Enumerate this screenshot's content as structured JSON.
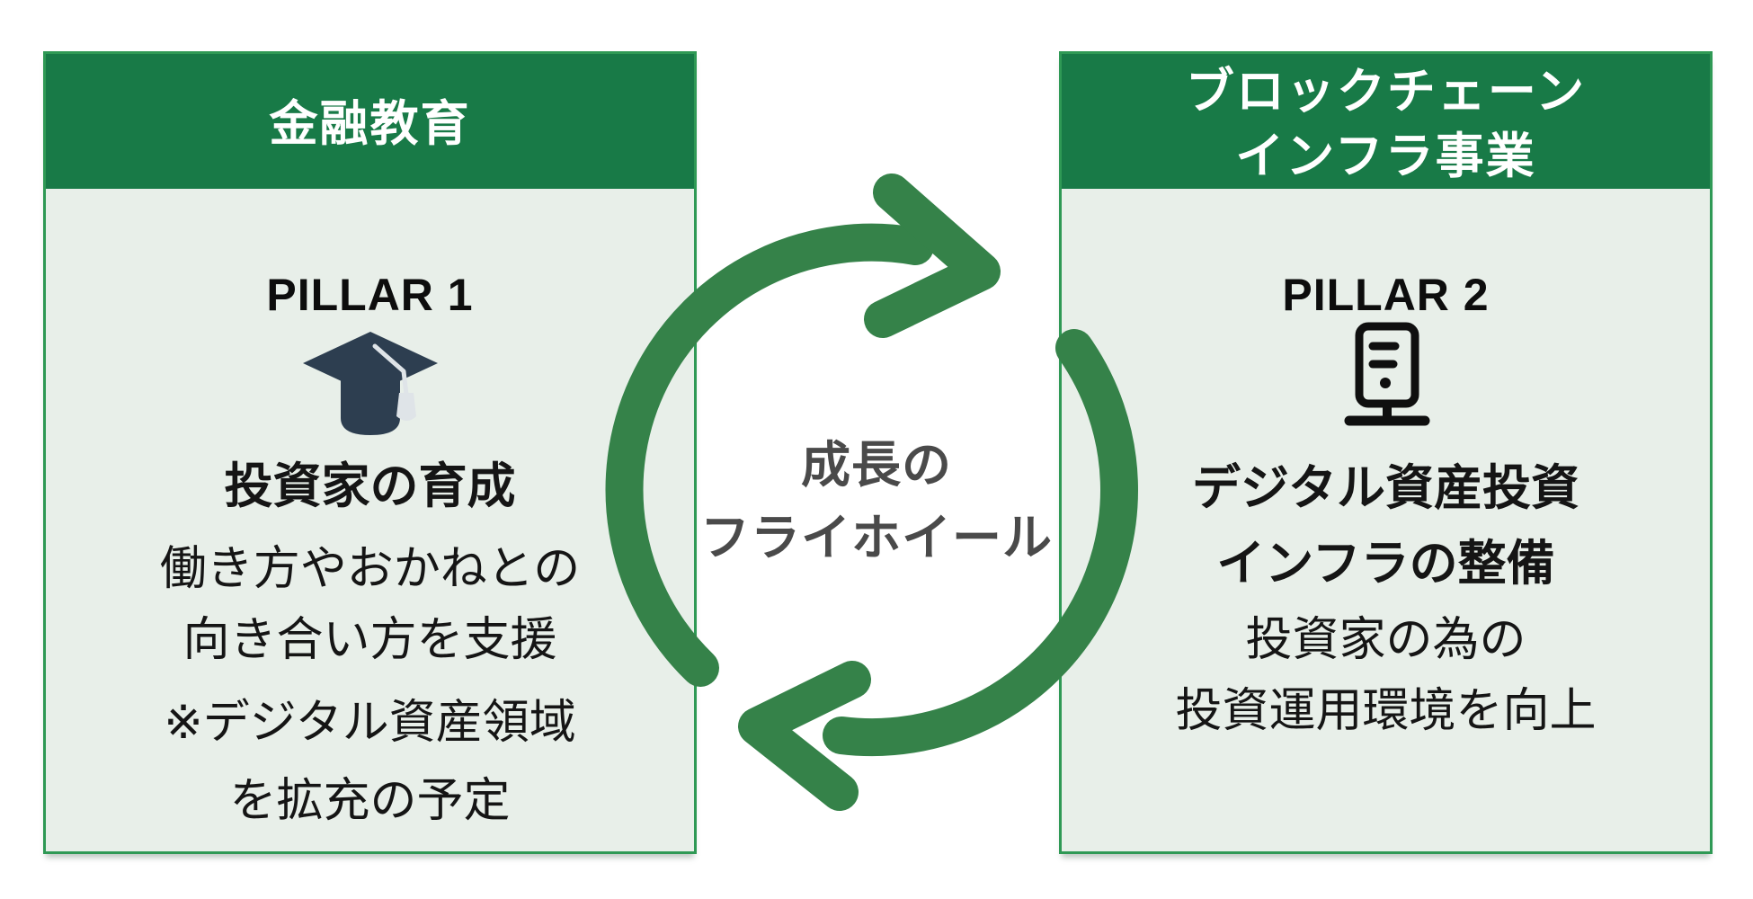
{
  "diagram_type": "two-pillar growth flywheel infographic",
  "colors": {
    "header": "#187a47",
    "border": "#2f9955",
    "body": "#e8efe9",
    "arrow": "#358249",
    "center_text": "#4a4a4a",
    "text": "#151515",
    "cap": "#2d3e50",
    "cap_cord": "#dfe4e8",
    "server": "#0f0f0f"
  },
  "left_card": {
    "header_label": "金融教育",
    "pillar_label": "PILLAR 1",
    "icon": "graduation-cap",
    "title": "投資家の育成",
    "body_lines": [
      "働き方やおかねとの",
      "向き合い方を支援"
    ],
    "note_lines": [
      "※デジタル資産領域",
      "を拡充の予定"
    ]
  },
  "right_card": {
    "header_lines": [
      "ブロックチェーン",
      "インフラ事業"
    ],
    "pillar_label": "PILLAR 2",
    "icon": "server-tower",
    "title_lines": [
      "デジタル資産投資",
      "インフラの整備"
    ],
    "body_lines": [
      "投資家の為の",
      "投資運用環境を向上"
    ]
  },
  "center": {
    "icon": "circular-arrows-clockwise",
    "label_lines": [
      "成長の",
      "フライホイール"
    ]
  }
}
